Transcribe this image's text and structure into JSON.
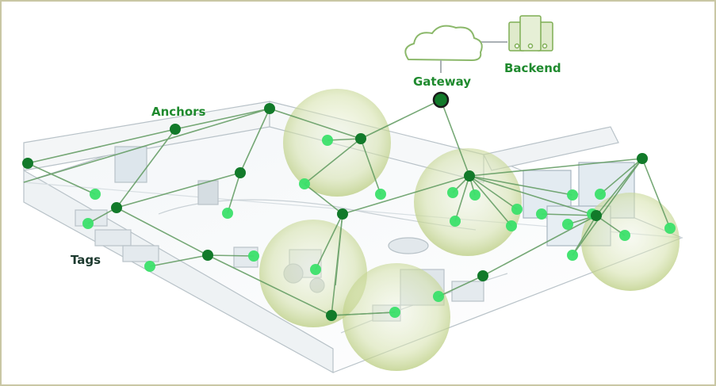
{
  "labels": {
    "anchors": "Anchors",
    "tags": "Tags",
    "gateway": "Gateway",
    "backend": "Backend"
  },
  "colors": {
    "anchor": "#127a2a",
    "tag": "#3be06a",
    "link": "#5f9a5f",
    "label_green": "#1f8a2e",
    "label_dark": "#1d3a2f",
    "coverage": "#c8d79a",
    "frame": "#c9c7a4"
  },
  "icons": {
    "cloud": "cloud-icon",
    "server": "server-icon"
  }
}
